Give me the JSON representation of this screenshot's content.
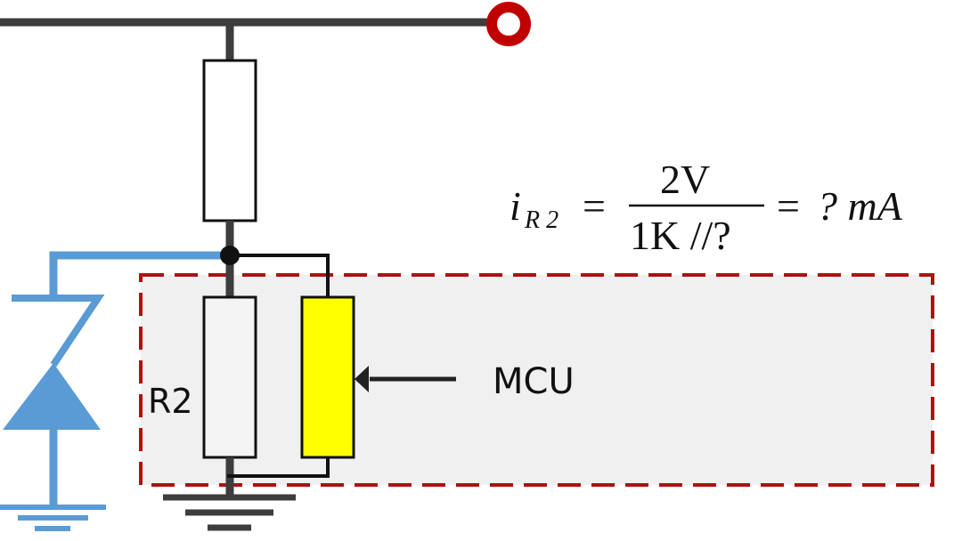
{
  "diagram": {
    "type": "circuit-schematic",
    "colors": {
      "wire": "#3d3d3d",
      "thin_wire": "#111111",
      "terminal": "#c00000",
      "zener": "#5b9bd5",
      "mcu_resistor_fill": "#ffff00",
      "mcu_box_border": "#b01010",
      "mcu_box_fill": "#f0f0f0",
      "resistor_fill": "#ffffff",
      "resistor_r2_fill": "#f4f4f4"
    },
    "labels": {
      "r2": "R2",
      "mcu": "MCU"
    },
    "formula": {
      "lhs_var": "i",
      "lhs_sub": "R 2",
      "eq1": "=",
      "numerator": "2V",
      "denominator": "1K //?",
      "eq2": "=",
      "result": "? mA"
    },
    "components": [
      {
        "id": "output-terminal",
        "kind": "terminal"
      },
      {
        "id": "r1",
        "kind": "resistor"
      },
      {
        "id": "r2",
        "kind": "resistor",
        "label": "R2"
      },
      {
        "id": "mcu-input",
        "kind": "variable-resistor",
        "label": "MCU"
      },
      {
        "id": "zener",
        "kind": "zener-diode"
      },
      {
        "id": "ground-main",
        "kind": "ground"
      },
      {
        "id": "ground-zener",
        "kind": "ground"
      }
    ]
  }
}
